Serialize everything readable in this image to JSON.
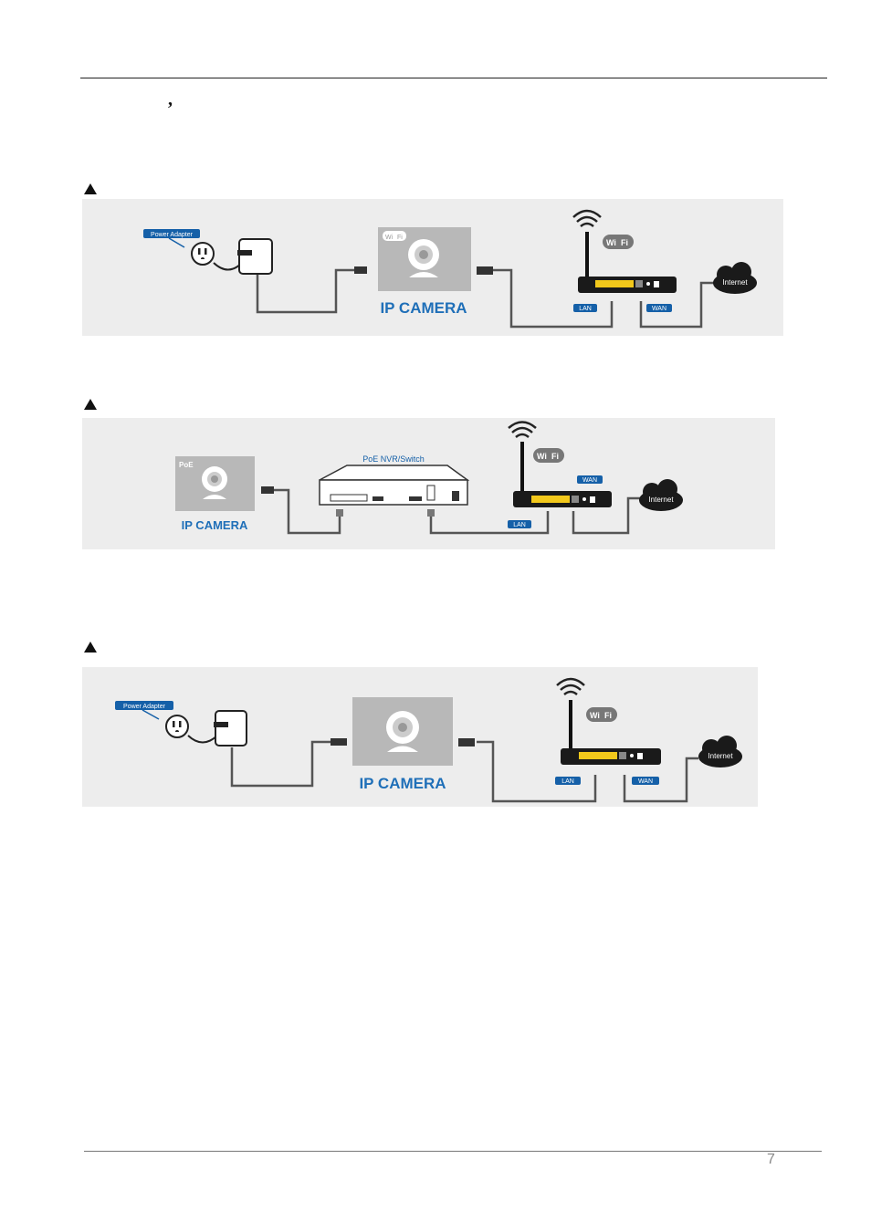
{
  "page": {
    "comma": "’",
    "page_number": "7"
  },
  "colors": {
    "panel_bg": "#ededed",
    "camera_blue": "#1f6fb8",
    "label_blue": "#1560a8",
    "router_black": "#1a1a1a",
    "port_yellow": "#f2c81b",
    "cable_gray": "#555555"
  },
  "labels": {
    "power_adapter": "Power Adapter",
    "ip_camera": "IP CAMERA",
    "lan": "LAN",
    "wan": "WAN",
    "internet": "Internet",
    "wifi_wi": "Wi",
    "wifi_fi": "Fi",
    "poe_nvr": "PoE NVR/Switch",
    "poe_badge": "PoE"
  },
  "icons": [
    "warning-triangle-icon",
    "power-plug-icon",
    "camera-icon",
    "wifi-signal-icon",
    "router-icon",
    "cloud-icon",
    "nvr-switch-icon"
  ]
}
